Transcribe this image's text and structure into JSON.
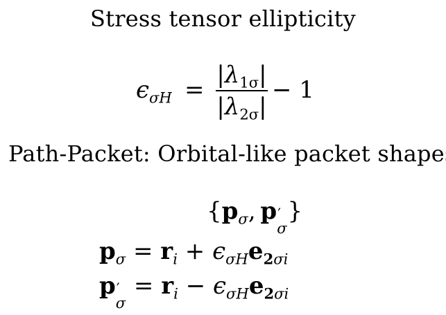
{
  "heading_1": "Stress tensor ellipticity",
  "ellipticity_eq": {
    "lhs_symbol": "ϵ",
    "lhs_subscript": "σH",
    "equals": "=",
    "numerator": "|λ",
    "numerator_subscript": "1σ",
    "numerator_close": "|",
    "denominator": "|λ",
    "denominator_subscript": "2σ",
    "denominator_close": "|",
    "tail": "− 1"
  },
  "heading_2": "Path-Packet: Orbital-like packet shapes",
  "packet_set": {
    "open": "{",
    "p": "p",
    "p_sub": "σ",
    "comma": ",",
    "p2": "p",
    "prime": "′",
    "p2_sub": "σ",
    "close": "}"
  },
  "eq_p": {
    "p": "p",
    "p_sub": "σ",
    "equals": "=",
    "r": "r",
    "r_sub": "i",
    "op": "+",
    "eps": "ϵ",
    "eps_sub": "σH",
    "e": "e",
    "e_sub_bold": "2",
    "e_sub_rest": "σi"
  },
  "eq_p_prime": {
    "p": "p",
    "prime": "′",
    "p_sub": "σ",
    "equals": "=",
    "r": "r",
    "r_sub": "i",
    "op": "−",
    "eps": "ϵ",
    "eps_sub": "σH",
    "e": "e",
    "e_sub_bold": "2",
    "e_sub_rest": "σi"
  }
}
